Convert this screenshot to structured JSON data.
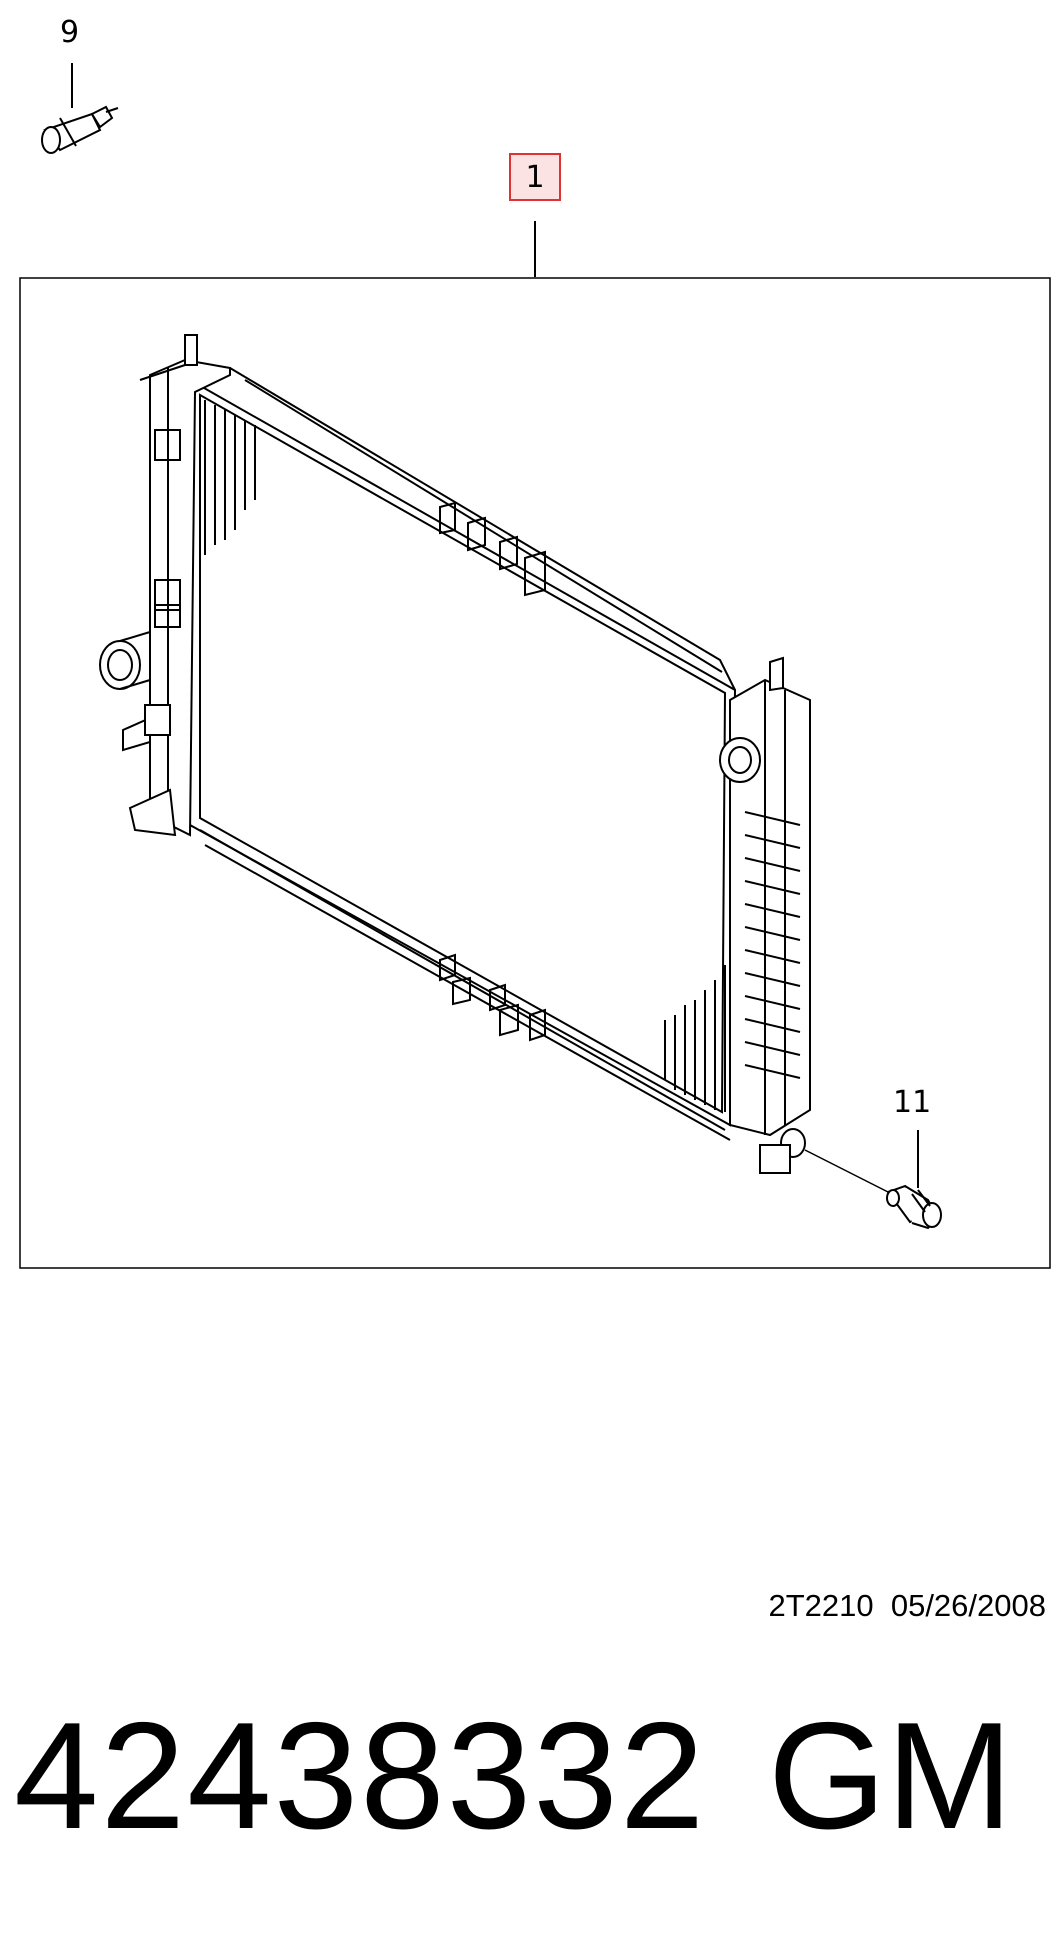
{
  "callouts": {
    "main_part": "1",
    "sensor": "9",
    "drain_plug": "11"
  },
  "footer": {
    "code_date": "2T2210  05/26/2008",
    "part_number": "42438332",
    "brand": "GM"
  },
  "colors": {
    "line": "#000000",
    "callout_highlight_fill": "#fbe3e3",
    "callout_highlight_border": "#dd3333"
  },
  "icons": [
    "temperature-sensor-icon",
    "radiator-illustration",
    "drain-plug-icon"
  ]
}
